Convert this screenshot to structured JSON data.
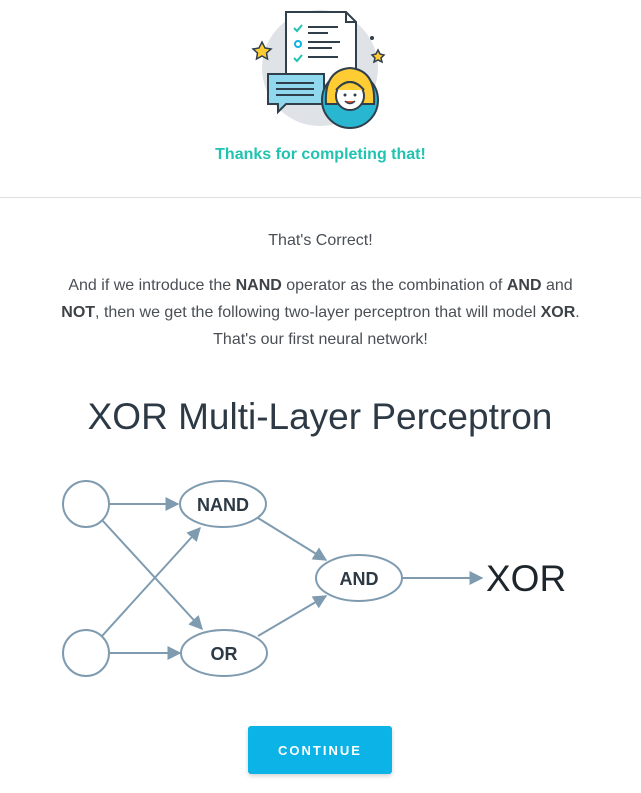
{
  "header": {
    "thanks_message": "Thanks for completing that!"
  },
  "feedback": {
    "status": "That's Correct!",
    "explanation": {
      "t1": "And if we introduce the ",
      "b1": "NAND",
      "t2": " operator as the combination of ",
      "b2": "AND",
      "t3": " and ",
      "b3": "NOT",
      "t4": ", then we get the following two-layer perceptron that will model ",
      "b4": "XOR",
      "t5": ". That's our first neural network!"
    }
  },
  "diagram": {
    "title": "XOR Multi-Layer Perceptron",
    "nodes": {
      "nand": "NAND",
      "or": "OR",
      "and": "AND"
    },
    "output": "XOR"
  },
  "actions": {
    "continue_label": "CONTINUE"
  },
  "colors": {
    "accent_teal": "#1fc3b0",
    "button_blue": "#0cb3e6",
    "diagram_stroke": "#7f9bb0"
  }
}
